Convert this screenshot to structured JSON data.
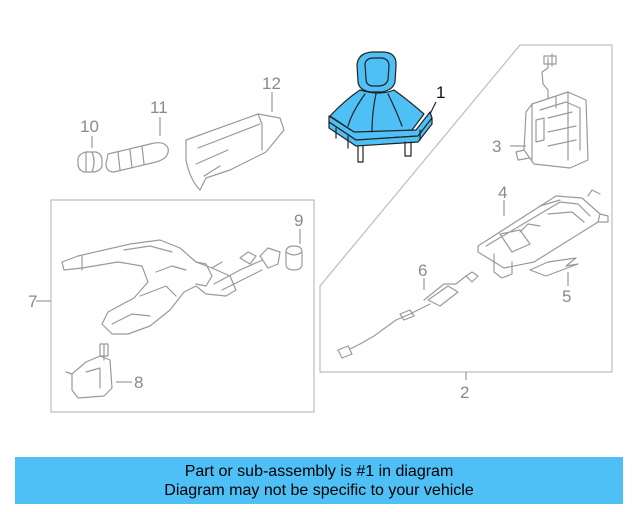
{
  "diagram": {
    "highlight_color": "#4fc0f5",
    "highlighted_part": "1",
    "callouts": {
      "c1": "1",
      "c2": "2",
      "c3": "3",
      "c4": "4",
      "c5": "5",
      "c6": "6",
      "c7": "7",
      "c8": "8",
      "c9": "9",
      "c10": "10",
      "c11": "11",
      "c12": "12"
    }
  },
  "banner": {
    "line1": "Part or sub-assembly is #1 in diagram",
    "line2": "Diagram may not be specific to your vehicle",
    "background": "#4fc0f5"
  }
}
